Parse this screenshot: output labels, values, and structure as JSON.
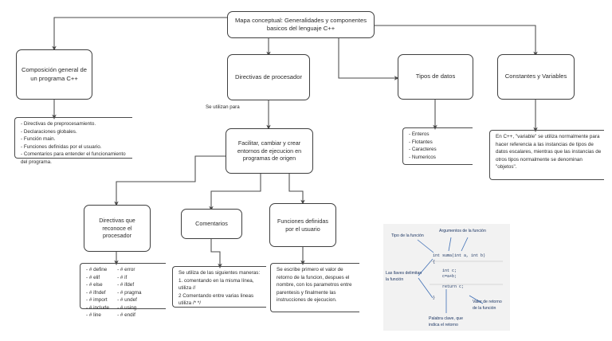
{
  "diagram": {
    "title": "Mapa conceptual: Generalidades y componentes basicos del lenguaje C++",
    "edge_labels": {
      "se_utilizan_para": "Se utilizan para"
    },
    "nodes": {
      "composicion": "Composición general de un programa C++",
      "directivas_procesador": "Directivas de procesador",
      "tipos_datos": "Tipos de datos",
      "constantes_variables": "Constantes y Variables",
      "facilitar": "Facilitar, cambiar y crear entornos de ejecucion en programas de origen",
      "directivas_reconoce": "Directivas que reconoce el procesador",
      "comentarios": "Comentarios",
      "funciones_usuario": "Funciones definidas por el usuario"
    },
    "notes": {
      "composicion_items": "- Directivas de preprocesamiento.\n- Declaraciones globales.\n- Función main.\n- Funciones definidas por el usuario.\n- Comentarios para entender el funcionamiento del programa.",
      "tipos_datos_items": "- Enteros\n- Flotantes\n- Caracteres\n- Numericos",
      "constantes_text": "En C++, \"variable\" se utiliza normalmente para hacer referencia a las instancias de tipos de datos escalares, mientras que las instancias de otros tipos normalmente se denominan \"objetos\".",
      "directivas_col_left": "- # define\n- # elif\n- # else\n- # ifndef\n- # import\n- # include\n- # line",
      "directivas_col_right": "- # error\n- # if\n- # ifdef\n- # pragma\n- # undef\n- # using\n- # endif",
      "comentarios_text": "Se utiliza de las siguientes maneras:\n1. comentando en la misma línea, utiliza //\n2 Comentando entre varias lineas utiliza /*  */",
      "funciones_text": "Se escribe primero el valor de retorno de la funcion, despues el nombre, con los parametros entre parentesis y finalmente las instrucciones de ejecucion."
    },
    "illustration": {
      "label_tipo": "Tipo de la función",
      "label_argumentos": "Argumentos de la función",
      "label_llaves": "Las llaves delimitan\nla función",
      "label_valor_retorno": "Valor de retorno\nde la función",
      "label_palabra_clave": "Palabra clave, que\nindica el retorno",
      "code_line_1": "int suma(int a, int b)",
      "code_line_2": "{",
      "code_line_3": "    int c;",
      "code_line_4": "    c=a+b;",
      "code_line_5": "    return c;",
      "code_line_6": "}"
    }
  }
}
